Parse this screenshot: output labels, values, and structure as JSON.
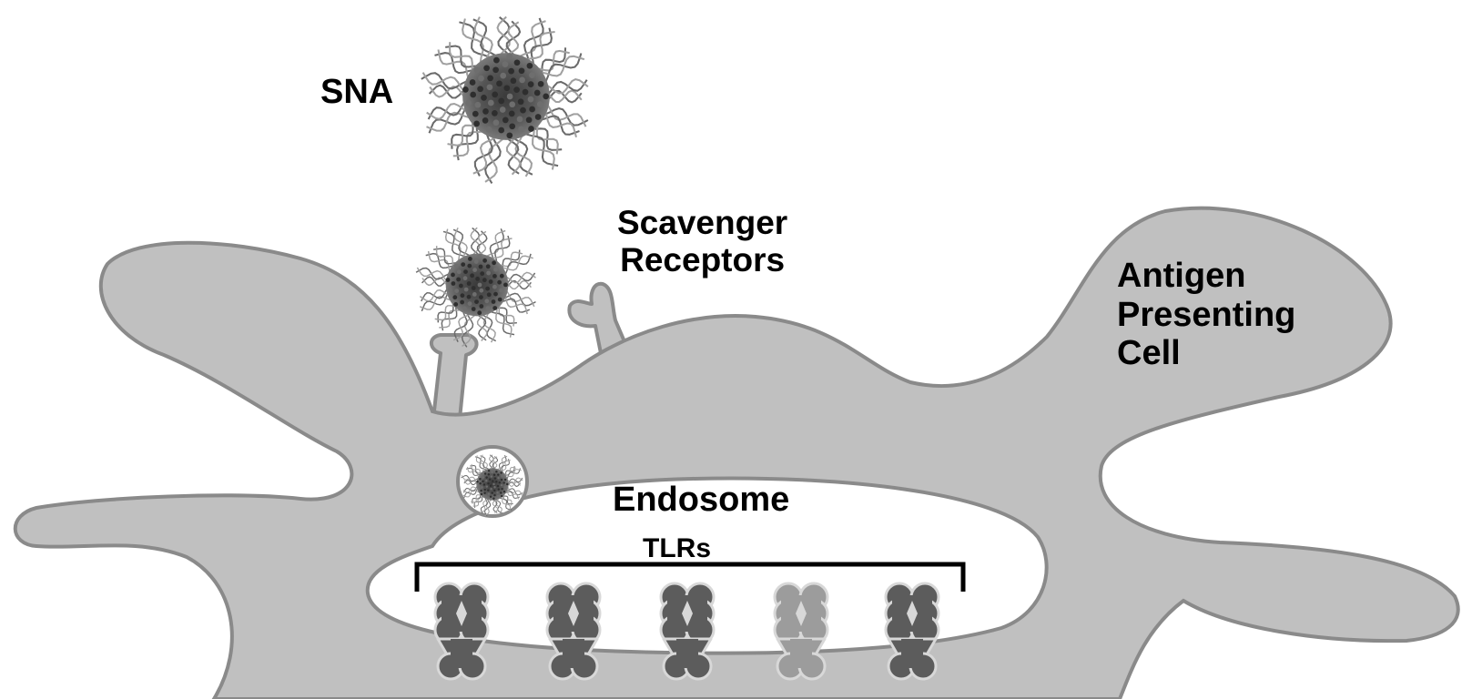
{
  "labels": {
    "sna": "SNA",
    "scavenger_line1": "Scavenger",
    "scavenger_line2": "Receptors",
    "apc_line1": "Antigen",
    "apc_line2": "Presenting",
    "apc_line3": "Cell",
    "endosome": "Endosome",
    "tlrs": "TLRs"
  },
  "colors": {
    "cell_fill": "#c0c0c0",
    "cell_stroke": "#8a8a8a",
    "endosome_fill": "#ffffff",
    "tlr_dark": "#5c5c5c",
    "tlr_light": "#9c9c9c",
    "bracket": "#000000"
  },
  "icons": [
    "sna-nanoparticle-icon",
    "scavenger-receptor-icon",
    "tlr-receptor-icon"
  ]
}
